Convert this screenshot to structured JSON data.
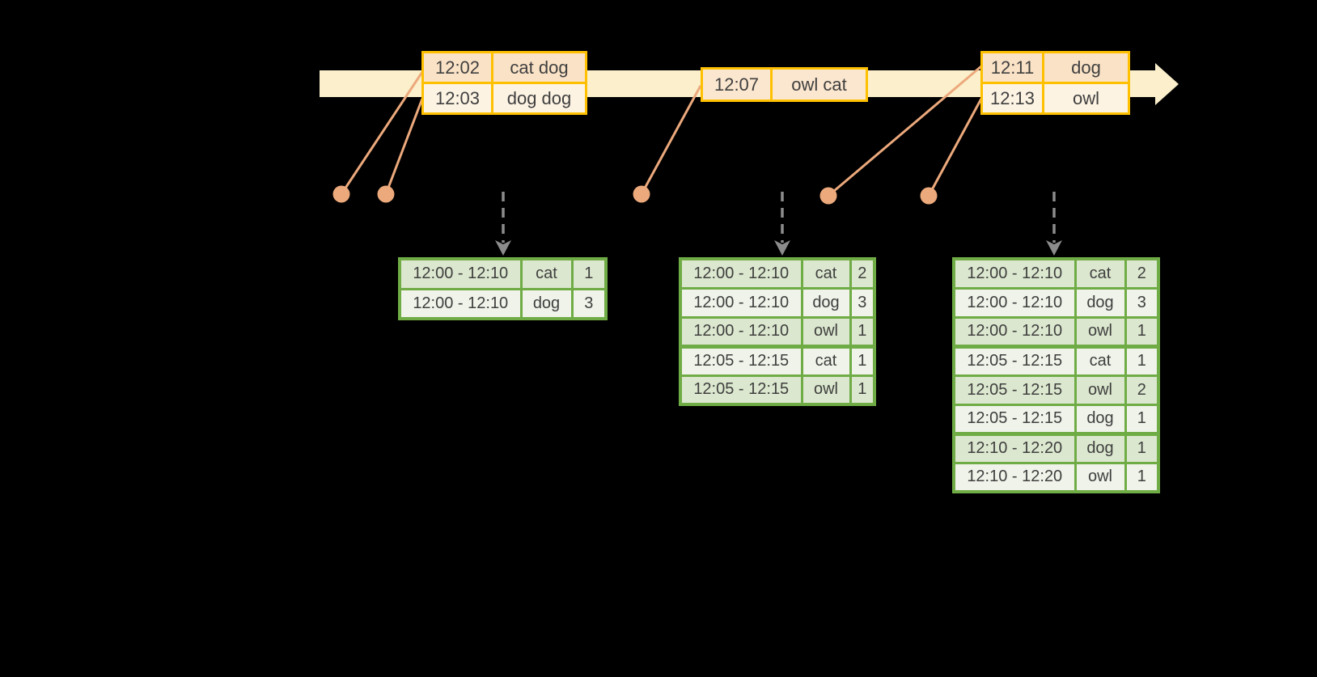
{
  "colors": {
    "background": "#000000",
    "timeline_fill": "#FBF0CB",
    "event_table_border": "#FFC000",
    "event_row_dark": "#FAE2C6",
    "event_row_light": "#FDF3E3",
    "event_dot_and_line": "#ECA97C",
    "trigger_arrow_gray": "#8C8C8C",
    "result_table_border": "#6FAC45",
    "result_row_dark": "#DBE7CE",
    "result_row_light": "#EFF3E9",
    "text": "#3F3F3F"
  },
  "event_tables": [
    {
      "rows": [
        {
          "time": "12:02",
          "words": "cat dog"
        },
        {
          "time": "12:03",
          "words": "dog dog"
        }
      ]
    },
    {
      "rows": [
        {
          "time": "12:07",
          "words": "owl cat"
        }
      ]
    },
    {
      "rows": [
        {
          "time": "12:11",
          "words": "dog"
        },
        {
          "time": "12:13",
          "words": "owl"
        }
      ]
    }
  ],
  "result_tables": [
    {
      "rows": [
        {
          "window": "12:00 - 12:10",
          "word": "cat",
          "count": "1"
        },
        {
          "window": "12:00 - 12:10",
          "word": "dog",
          "count": "3"
        }
      ]
    },
    {
      "rows": [
        {
          "window": "12:00 - 12:10",
          "word": "cat",
          "count": "2"
        },
        {
          "window": "12:00 - 12:10",
          "word": "dog",
          "count": "3"
        },
        {
          "window": "12:00 - 12:10",
          "word": "owl",
          "count": "1"
        },
        {
          "window": "12:05 - 12:15",
          "word": "cat",
          "count": "1"
        },
        {
          "window": "12:05 - 12:15",
          "word": "owl",
          "count": "1"
        }
      ]
    },
    {
      "rows": [
        {
          "window": "12:00 - 12:10",
          "word": "cat",
          "count": "2"
        },
        {
          "window": "12:00 - 12:10",
          "word": "dog",
          "count": "3"
        },
        {
          "window": "12:00 - 12:10",
          "word": "owl",
          "count": "1"
        },
        {
          "window": "12:05 - 12:15",
          "word": "cat",
          "count": "1"
        },
        {
          "window": "12:05 - 12:15",
          "word": "owl",
          "count": "2"
        },
        {
          "window": "12:05 - 12:15",
          "word": "dog",
          "count": "1"
        },
        {
          "window": "12:10 - 12:20",
          "word": "dog",
          "count": "1"
        },
        {
          "window": "12:10 - 12:20",
          "word": "owl",
          "count": "1"
        }
      ]
    }
  ]
}
